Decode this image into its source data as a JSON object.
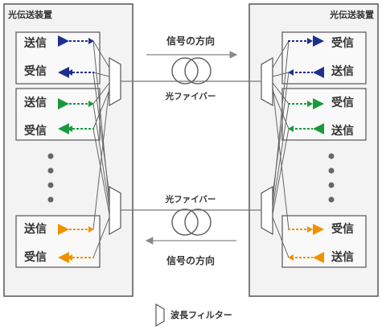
{
  "left_device": {
    "title": "光伝送装置",
    "groups": [
      {
        "tx": "送信",
        "rx": "受信",
        "color": "#1e2f8f"
      },
      {
        "tx": "送信",
        "rx": "受信",
        "color": "#1a9a3c"
      },
      {
        "tx": "送信",
        "rx": "受信",
        "color": "#ef9200"
      }
    ]
  },
  "right_device": {
    "title": "光伝送装置",
    "groups": [
      {
        "rx": "受信",
        "tx": "送信",
        "color": "#1e2f8f"
      },
      {
        "rx": "受信",
        "tx": "送信",
        "color": "#1a9a3c"
      },
      {
        "rx": "受信",
        "tx": "送信",
        "color": "#ef9200"
      }
    ]
  },
  "top_direction_label": "信号の方向",
  "top_fiber_label": "光ファイバー",
  "bottom_fiber_label": "光ファイバー",
  "bottom_direction_label": "信号の方向",
  "legend": {
    "filter_label": "波長フィルター"
  },
  "colors": {
    "frame": "#555555",
    "box_fill": "#f7f7f7",
    "line": "#666666",
    "dot": "#666666"
  }
}
